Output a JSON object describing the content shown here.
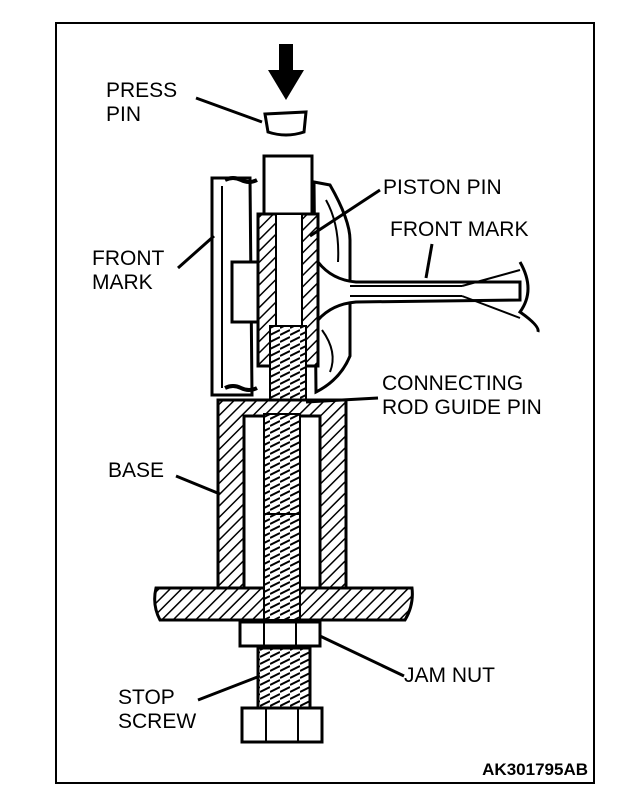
{
  "labels": {
    "press_pin": [
      "PRESS",
      "PIN"
    ],
    "piston_pin": "PISTON PIN",
    "front_mark_right": "FRONT MARK",
    "front_mark_left": [
      "FRONT",
      "MARK"
    ],
    "connecting_rod_guide_pin": [
      "CONNECTING",
      "ROD GUIDE PIN"
    ],
    "base": "BASE",
    "jam_nut": "JAM NUT",
    "stop_screw": [
      "STOP",
      "SCREW"
    ]
  },
  "figure_code": "AK301795AB"
}
